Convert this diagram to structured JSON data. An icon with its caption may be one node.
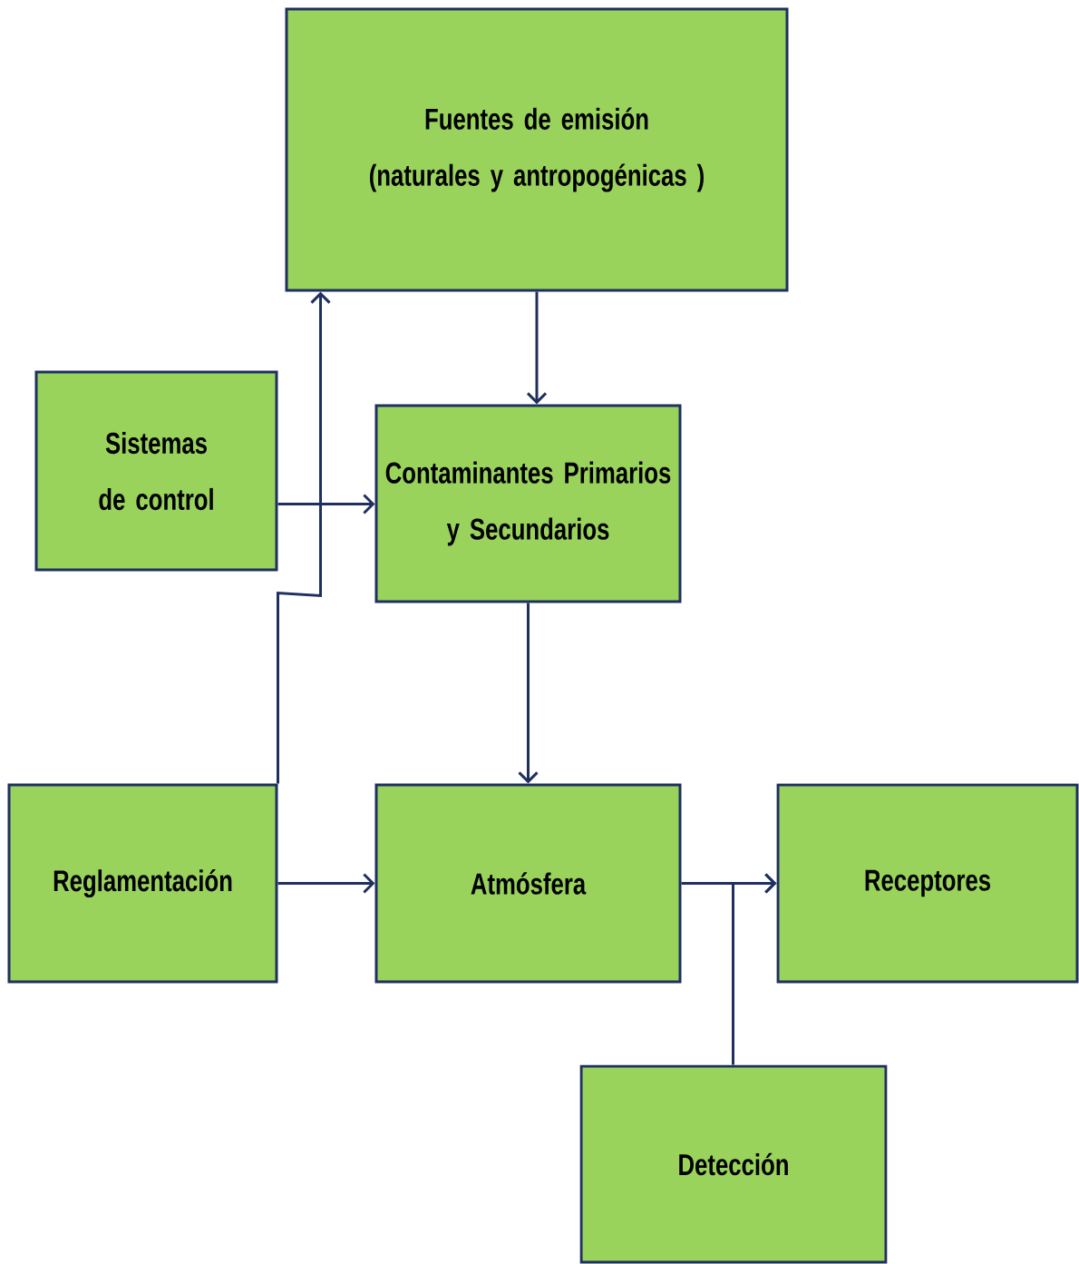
{
  "diagram": {
    "nodes": [
      {
        "text": [
          "Fuentes de emisión (naturales y antropogénicas )"
        ]
      },
      {
        "text": [
          "Sistemas de control"
        ]
      },
      {
        "text": [
          "Contaminantes Primarios y Secundarios"
        ]
      },
      {
        "text": [
          "Reglamentación"
        ]
      },
      {
        "text": [
          "Atmósfera"
        ]
      },
      {
        "text": [
          "Receptores"
        ]
      },
      {
        "text": [
          "Detección"
        ]
      }
    ],
    "edges": [
      {
        "from": 0,
        "to": 2,
        "arrow": "to"
      },
      {
        "from": 1,
        "to": 2,
        "arrow": "to"
      },
      {
        "from": 3,
        "to": 0,
        "arrow": "to"
      },
      {
        "from": 3,
        "to": 4,
        "arrow": "to"
      },
      {
        "from": 2,
        "to": 4,
        "arrow": "to"
      },
      {
        "from": 4,
        "to": 5,
        "arrow": "to"
      },
      {
        "from": 6,
        "to": 5,
        "arrow": "to"
      }
    ]
  }
}
